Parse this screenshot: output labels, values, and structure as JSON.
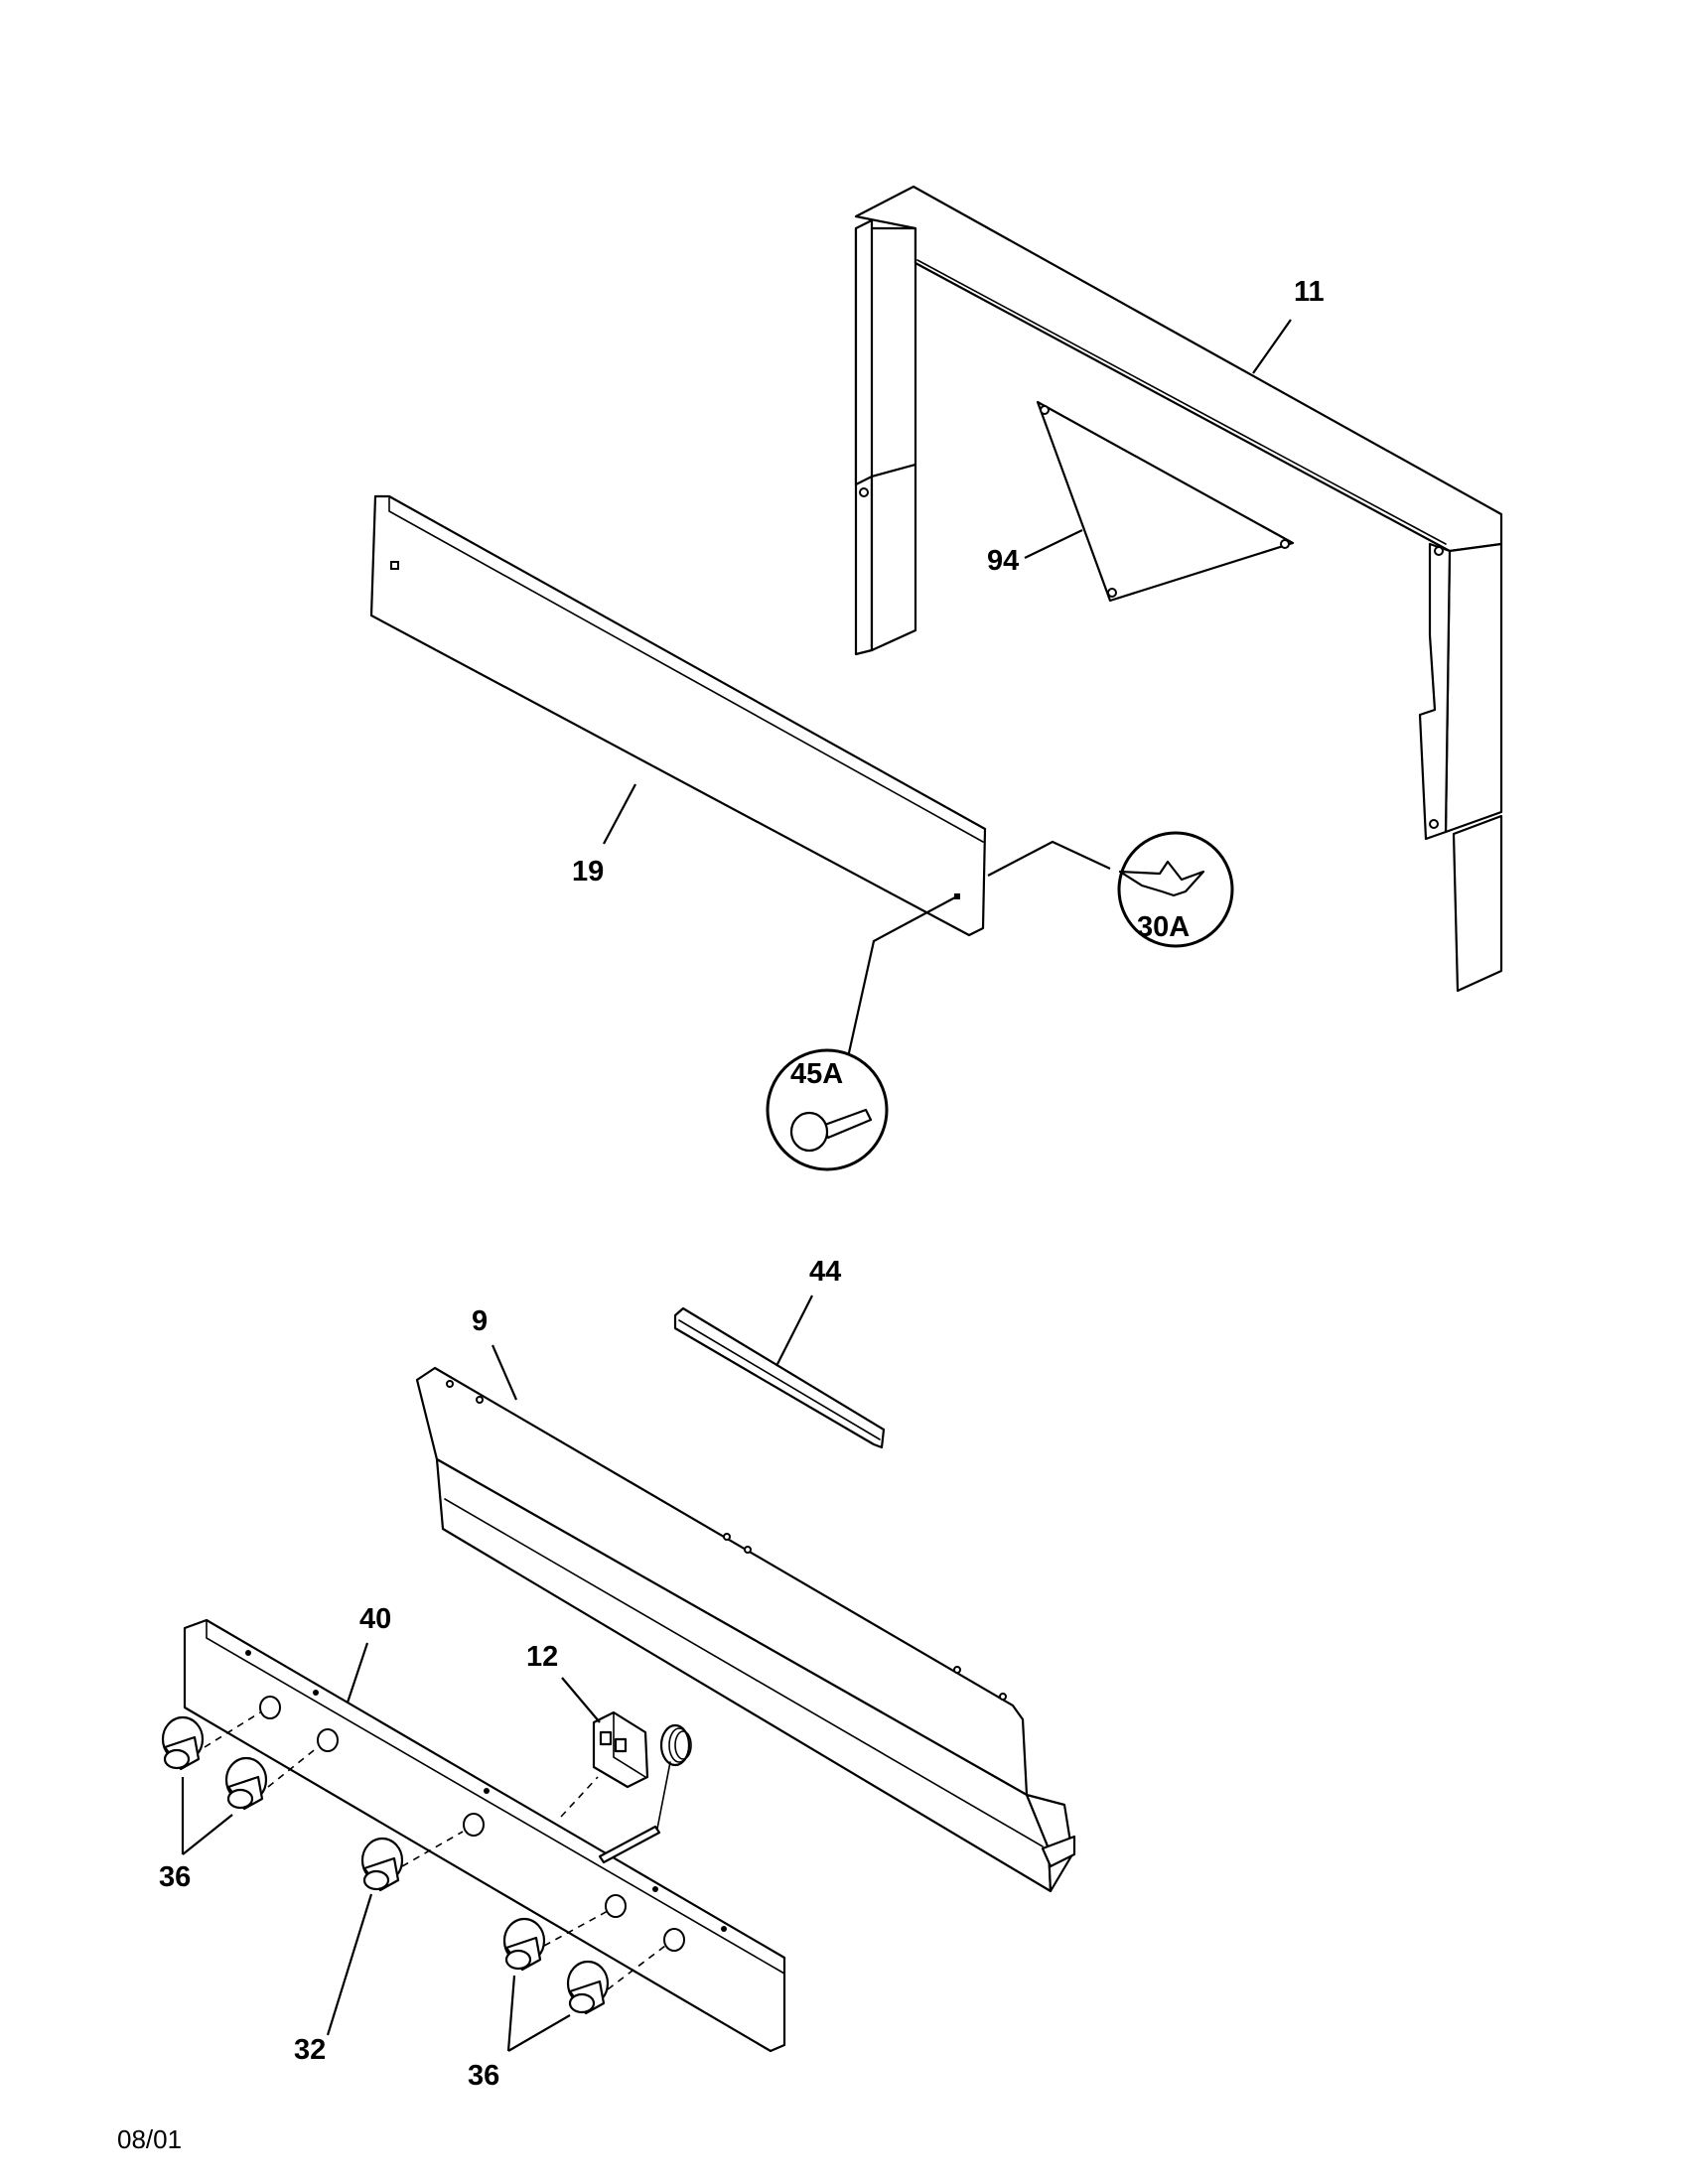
{
  "diagram": {
    "labels": {
      "p11": "11",
      "p94": "94",
      "p19": "19",
      "p30A": "30A",
      "p45A": "45A",
      "p44": "44",
      "p9": "9",
      "p40": "40",
      "p12": "12",
      "p36a": "36",
      "p32": "32",
      "p36b": "36"
    },
    "footer_date": "08/01"
  }
}
